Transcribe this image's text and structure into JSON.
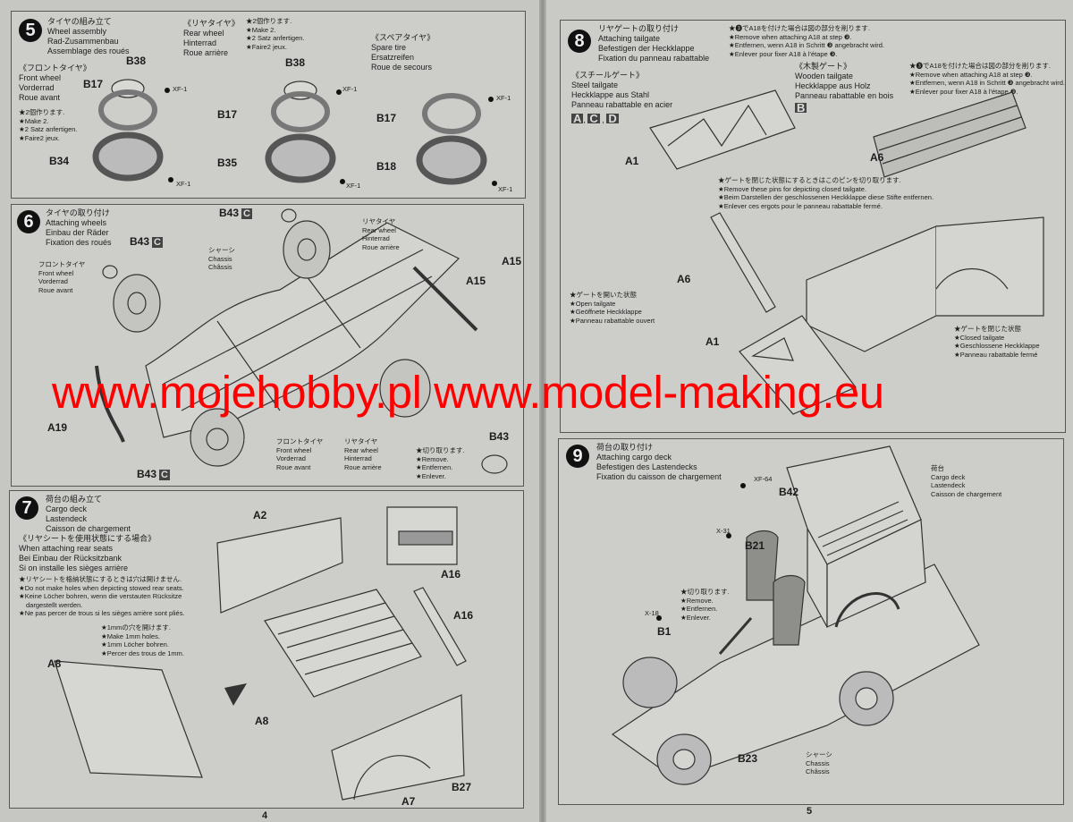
{
  "pages": {
    "left_number": "4",
    "right_number": "5"
  },
  "watermark": "www.mojehobby.pl www.model-making.eu",
  "step5": {
    "number": "5",
    "title": [
      "タイヤの組み立て",
      "Wheel assembly",
      "Rad-Zusammenbau",
      "Assemblage des roués"
    ],
    "front": [
      "《フロントタイヤ》",
      "Front wheel",
      "Vorderrad",
      "Roue avant"
    ],
    "rear": [
      "《リヤタイヤ》",
      "Rear wheel",
      "Hinterrad",
      "Roue arrière"
    ],
    "spare": [
      "《スペアタイヤ》",
      "Spare tire",
      "Ersatzreifen",
      "Roue de secours"
    ],
    "make2": [
      "★2個作ります.",
      "★Make 2.",
      "★2 Satz anfertigen.",
      "★Faire2 jeux."
    ],
    "parts": {
      "b38": "B38",
      "b17": "B17",
      "b34": "B34",
      "b35": "B35",
      "b18": "B18",
      "xf1": "XF-1"
    }
  },
  "step6": {
    "number": "6",
    "title": [
      "タイヤの取り付け",
      "Attaching wheels",
      "Einbau der Räder",
      "Fixation des roués"
    ],
    "front": [
      "フロントタイヤ",
      "Front wheel",
      "Vorderrad",
      "Roue avant"
    ],
    "rear": [
      "リヤタイヤ",
      "Rear wheel",
      "Hinterrad",
      "Roue arrière"
    ],
    "chassis": [
      "シャーシ",
      "Chassis",
      "Châssis"
    ],
    "remove": [
      "★切り取ります.",
      "★Remove.",
      "★Entfernen.",
      "★Enlever."
    ],
    "parts": {
      "b43": "B43",
      "c": "C",
      "a15": "A15",
      "a19": "A19"
    }
  },
  "step7": {
    "number": "7",
    "title": [
      "荷台の組み立て",
      "Cargo deck",
      "Lastendeck",
      "Caisson de chargement"
    ],
    "rear_seats": [
      "《リヤシートを使用状態にする場合》",
      "When attaching rear seats",
      "Bei Einbau der Rücksitzbank",
      "Si on installe les sièges arrière"
    ],
    "no_holes": [
      "★リヤシートを格納状態にするときは穴は開けません.",
      "★Do not make holes when depicting stowed rear seats.",
      "★Keine Löcher bohren, wenn die verstauten Rücksitze",
      "dargestellt werden.",
      "★Ne pas percer de trous si les sièges arrière sont pliés."
    ],
    "holes": [
      "★1mmの穴を開けます.",
      "★Make 1mm holes.",
      "★1mm Löcher bohren.",
      "★Percer des trous de 1mm."
    ],
    "parts": {
      "a2": "A2",
      "a8": "A8",
      "a16": "A16",
      "a7": "A7",
      "b27": "B27"
    }
  },
  "step8": {
    "number": "8",
    "title": [
      "リヤゲートの取り付け",
      "Attaching tailgate",
      "Befestigen der Heckklappe",
      "Fixation du panneau rabattable"
    ],
    "steel": [
      "《スチールゲート》",
      "Steel tailgate",
      "Heckklappe aus Stahl",
      "Panneau rabattable en acier"
    ],
    "steel_versions": [
      "A",
      "C",
      "D"
    ],
    "wood": [
      "《木製ゲート》",
      "Wooden tailgate",
      "Heckklappe aus Holz",
      "Panneau rabattable en bois"
    ],
    "wood_versions": [
      "B"
    ],
    "remove_a18": [
      "★❸でA18を付けた場合は図の部分を削ります.",
      "★Remove when attaching A18 at step ❸.",
      "★Entfernen, wenn A18 in Schritt ❸ angebracht wird.",
      "★Enlever pour fixer A18 à l'étape ❸."
    ],
    "pins": [
      "★ゲートを閉じた状態にするときはこのピンを切り取ります.",
      "★Remove these pins for depicting closed tailgate.",
      "★Beim Darstellen der geschlossenen Heckklappe diese Stifte entfernen.",
      "★Enlever ces ergots pour le panneau rabattable fermé."
    ],
    "open": [
      "★ゲートを開いた状態",
      "★Open tailgate",
      "★Geöffnete Heckklappe",
      "★Panneau rabattable ouvert"
    ],
    "closed": [
      "★ゲートを閉じた状態",
      "★Closed tailgate",
      "★Geschlossene Heckklappe",
      "★Panneau rabattable fermé"
    ],
    "parts": {
      "a1": "A1",
      "a6": "A6"
    }
  },
  "step9": {
    "number": "9",
    "title": [
      "荷台の取り付け",
      "Attaching cargo deck",
      "Befestigen des Lastendecks",
      "Fixation du caisson de chargement"
    ],
    "cargo": [
      "荷台",
      "Cargo deck",
      "Lastendeck",
      "Caisson de chargement"
    ],
    "remove": [
      "★切り取ります.",
      "★Remove.",
      "★Entfernen.",
      "★Enlever."
    ],
    "chassis": [
      "シャーシ",
      "Chassis",
      "Châssis"
    ],
    "parts": {
      "xf64": "XF-64",
      "b42": "B42",
      "x31": "X-31",
      "b21": "B21",
      "x18": "X-18",
      "b1": "B1",
      "b23": "B23"
    }
  }
}
